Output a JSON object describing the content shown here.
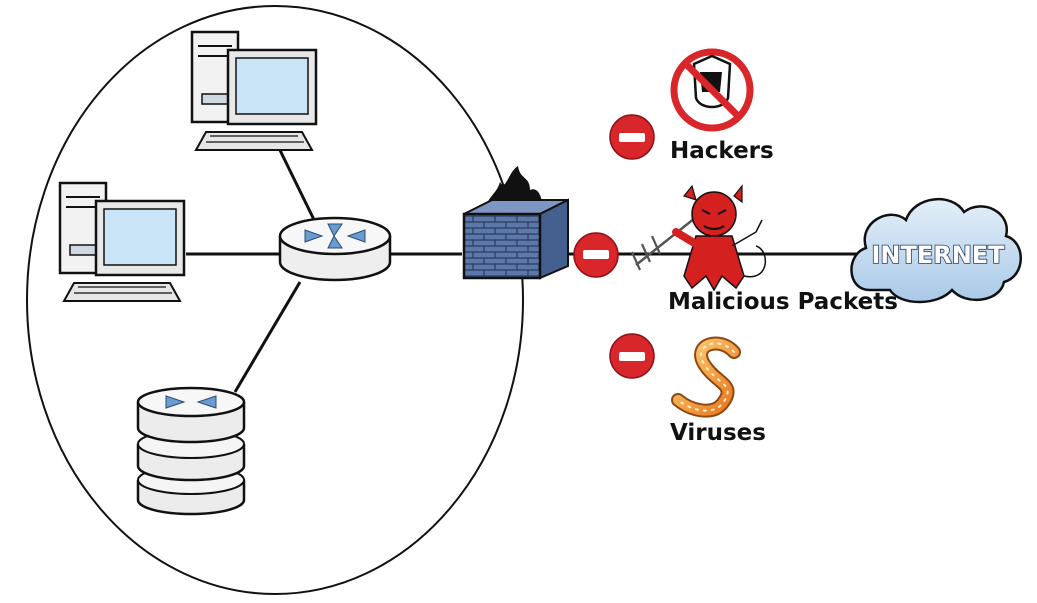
{
  "labels": {
    "hackers": "Hackers",
    "malicious_packets": "Malicious Packets",
    "viruses": "Viruses",
    "internet": "INTERNET"
  },
  "colors": {
    "line": "#111111",
    "monitor_screen": "#c9e4f6",
    "router_arrows": "#6a9bd1",
    "firewall_brick": "#5b78a8",
    "block_sign": "#d9262b",
    "devil": "#d4201f",
    "cloud": "#bcd6ee",
    "worm": "#f2a23a"
  },
  "icons": {
    "desktop_top": "desktop-computer-icon",
    "desktop_left": "desktop-computer-icon",
    "router": "router-icon",
    "server": "server-icon",
    "firewall": "firewall-icon",
    "hacker": "no-hacker-icon",
    "malicious": "devil-icon",
    "virus": "worm-icon",
    "cloud": "cloud-icon",
    "blocked": "no-entry-icon"
  }
}
